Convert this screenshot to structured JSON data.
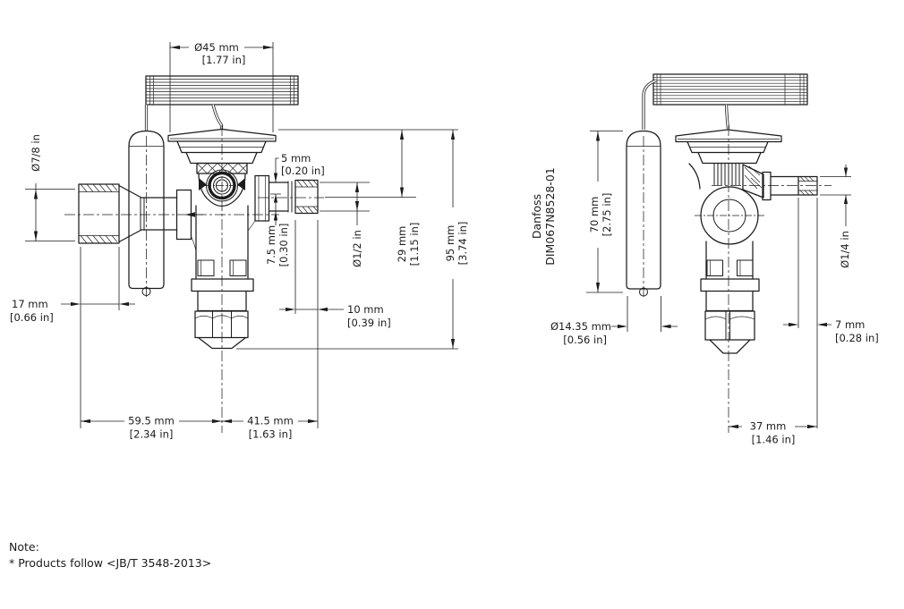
{
  "colors": {
    "line": "#1c1c1c",
    "background": "#ffffff"
  },
  "brand": {
    "name": "Danfoss",
    "doc_id": "DIM067N8528-01"
  },
  "note": {
    "title": "Note:",
    "body": "* Products follow <JB/T 3548-2013>"
  },
  "front_view": {
    "dims": {
      "coil_diameter": {
        "mm": "Ø45 mm",
        "inch": "[1.77 in]"
      },
      "inlet_connection": {
        "mm": "Ø7/8 in"
      },
      "inlet_solder_depth": {
        "mm": "17 mm",
        "inch": "[0.66 in]"
      },
      "outlet_offset_upper": {
        "mm": "5 mm",
        "inch": "[0.20 in]"
      },
      "outlet_offset_lower": {
        "mm": "7.5 mm",
        "inch": "[0.30 in]"
      },
      "outlet_connection": {
        "mm": "Ø1/2 in"
      },
      "outlet_solder_depth": {
        "mm": "10 mm",
        "inch": "[0.39 in]"
      },
      "top_to_outlet_height": {
        "mm": "29 mm",
        "inch": "[1.15 in]"
      },
      "total_height": {
        "mm": "95 mm",
        "inch": "[3.74 in]"
      },
      "center_to_inlet_width": {
        "mm": "59.5 mm",
        "inch": "[2.34 in]"
      },
      "center_to_outlet_width": {
        "mm": "41.5 mm",
        "inch": "[1.63 in]"
      }
    }
  },
  "side_view": {
    "dims": {
      "bulb_length": {
        "mm": "70 mm",
        "inch": "[2.75 in]"
      },
      "bulb_diameter": {
        "mm": "Ø14.35 mm",
        "inch": "[0.56 in]"
      },
      "equalizer_connection": {
        "mm": "Ø1/4 in"
      },
      "equalizer_solder_depth": {
        "mm": "7 mm",
        "inch": "[0.28 in]"
      },
      "center_to_tube_end": {
        "mm": "37 mm",
        "inch": "[1.46 in]"
      }
    }
  }
}
